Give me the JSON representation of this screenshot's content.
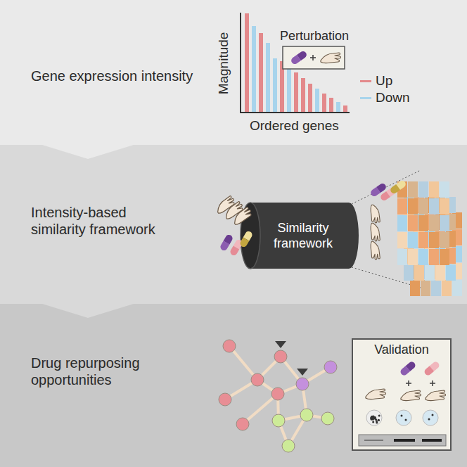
{
  "diagram": {
    "nodes": [
      {
        "text": [
          "Gene expression intensity"
        ]
      },
      {
        "text": [
          "Intensity-based similarity framework"
        ]
      },
      {
        "text": [
          "Drug repurposing opportunities"
        ]
      },
      {
        "text": [
          "Perturbation"
        ],
        "in": 0
      },
      {
        "text": [
          "Similarity framework"
        ],
        "in": 1
      },
      {
        "text": [
          "Validation"
        ],
        "in": 2
      }
    ],
    "labels": [
      "Magnitude",
      "Ordered genes"
    ],
    "legend": [
      {
        "text": "Up",
        "color": "#e3898b"
      },
      {
        "text": "Down",
        "color": "#a8d4ec"
      }
    ]
  }
}
